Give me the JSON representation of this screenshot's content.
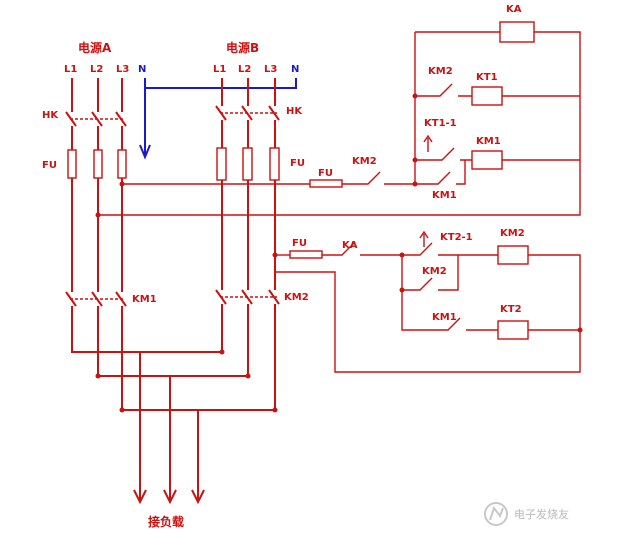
{
  "sources": {
    "a": {
      "title": "电源A",
      "phases": [
        "L1",
        "L2",
        "L3"
      ],
      "neutral": "N"
    },
    "b": {
      "title": "电源B",
      "phases": [
        "L1",
        "L2",
        "L3"
      ],
      "neutral": "N"
    }
  },
  "labels": {
    "hk_a": "HK",
    "hk_b": "HK",
    "fu_a": "FU",
    "fu_b": "FU",
    "km1_main": "KM1",
    "km2_main": "KM2",
    "load": "接负载"
  },
  "control": {
    "ka_coil": "KA",
    "km2_contact_top": "KM2",
    "kt1_coil": "KT1",
    "kt1_contact": "KT1-1",
    "km1_coil": "KM1",
    "km2_contact_fu": "KM2",
    "fu_top": "FU",
    "km1_contact_interlock": "KM1",
    "fu_bottom": "FU",
    "ka_contact": "KA",
    "kt2_contact": "KT2-1",
    "km2_coil": "KM2",
    "km2_contact_self": "KM2",
    "km1_contact_bottom": "KM1",
    "kt2_coil": "KT2"
  },
  "watermark": "电子发烧友"
}
